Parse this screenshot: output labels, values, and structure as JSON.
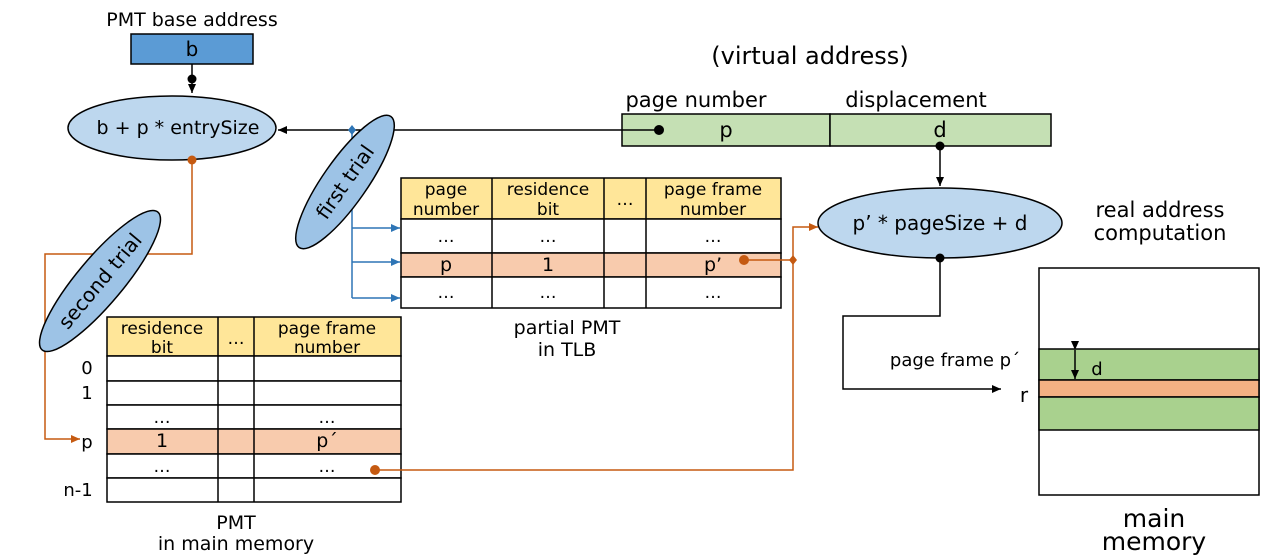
{
  "labels": {
    "pmt_base_address": "PMT base address",
    "virtual_address": "(virtual address)",
    "page_number": "page number",
    "displacement": "displacement",
    "real_address_computation_line1": "real address",
    "real_address_computation_line2": "computation",
    "first_trial": "first trial",
    "second_trial": "second trial",
    "partial_pmt_line1": "partial PMT",
    "partial_pmt_line2": "in TLB",
    "pmt_line1": "PMT",
    "pmt_line2": "in main memory",
    "page_frame_p": "page frame p´",
    "r": "r",
    "d_mem": "d",
    "main_memory_line1": "main",
    "main_memory_line2": "memory"
  },
  "base_box": {
    "value": "b"
  },
  "base_ellipse": {
    "text": "b + p * entrySize"
  },
  "va": {
    "p": "p",
    "d": "d"
  },
  "real_ellipse": {
    "text": "p’ * pageSize + d"
  },
  "tlb": {
    "headers": [
      [
        "page",
        "number"
      ],
      [
        "residence",
        "bit"
      ],
      [
        "…"
      ],
      [
        "page frame",
        "number"
      ]
    ],
    "rows": [
      [
        "…",
        "…",
        "",
        "…"
      ],
      [
        "p",
        "1",
        "",
        "p’"
      ],
      [
        "…",
        "…",
        "",
        "…"
      ]
    ]
  },
  "pmt": {
    "headers": [
      [
        "residence",
        "bit"
      ],
      [
        "…"
      ],
      [
        "page frame",
        "number"
      ]
    ],
    "row_labels": [
      "0",
      "1",
      "",
      "p",
      "",
      "n-1"
    ],
    "rows": [
      [
        "",
        "",
        ""
      ],
      [
        "",
        "",
        ""
      ],
      [
        "…",
        "",
        "…"
      ],
      [
        "1",
        "",
        "p´"
      ],
      [
        "…",
        "",
        "…"
      ],
      [
        "",
        "",
        ""
      ]
    ]
  },
  "colors": {
    "blue_box": "#5b9bd5",
    "ellipse_fill": "#bdd7ee",
    "trial_fill": "#9dc3e6",
    "green": "#a9d18e",
    "green_light": "#c5e0b4",
    "header_yellow": "#ffe699",
    "highlight_orange": "#f8cbad",
    "stripe_orange": "#f4b183",
    "arrow_orange": "#c55a11",
    "arrow_blue": "#2e75b6"
  }
}
